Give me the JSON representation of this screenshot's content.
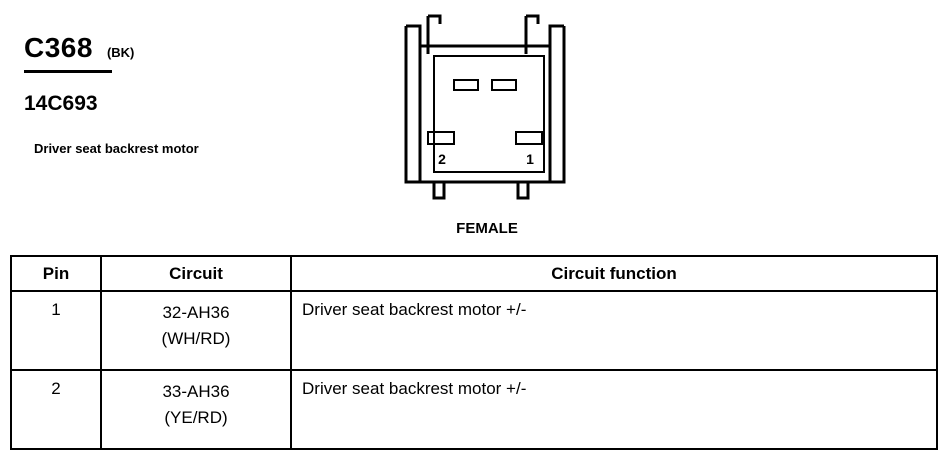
{
  "connector": {
    "code": "C368",
    "color": "(BK)",
    "part_number": "14C693",
    "description": "Driver seat backrest motor",
    "face": "FEMALE",
    "cavity_labels": [
      "2",
      "1"
    ]
  },
  "table": {
    "headers": [
      "Pin",
      "Circuit",
      "Circuit function"
    ],
    "rows": [
      {
        "pin": "1",
        "circuit": "32-AH36",
        "wire_color": "(WH/RD)",
        "function": "Driver seat backrest motor +/-"
      },
      {
        "pin": "2",
        "circuit": "33-AH36",
        "wire_color": "(YE/RD)",
        "function": "Driver seat backrest motor +/-"
      }
    ]
  }
}
